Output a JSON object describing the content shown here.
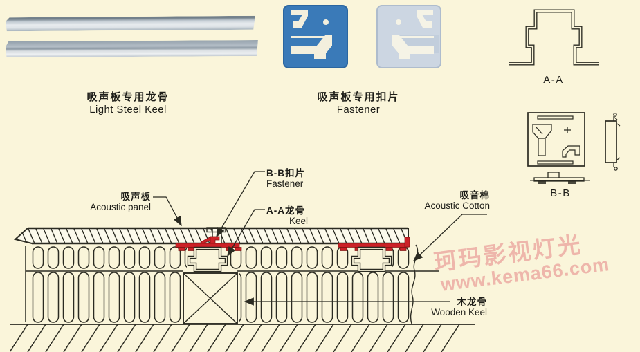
{
  "colors": {
    "bg": "#faf5da",
    "line": "#2b2b22",
    "panelfill": "#fcfaec",
    "red": "#cc2127",
    "reddark": "#7c1410",
    "blue": "#3a7ab8",
    "blueedge": "#2b66a0",
    "grayclip": "#ccd6e2",
    "grayedge": "#aebccd",
    "graydeep": "#bfccdb",
    "text": "#1d1d18",
    "watermark": "#eaa29c",
    "cut": "#f3efdd"
  },
  "captions": {
    "keel": {
      "zh": "吸声板专用龙骨",
      "en": "Light Steel Keel"
    },
    "fastener": {
      "zh": "吸声板专用扣片",
      "en": "Fastener"
    }
  },
  "sections": {
    "aa": {
      "label": "A-A"
    },
    "bb": {
      "label": "B-B"
    }
  },
  "diagram": {
    "labels": {
      "acoustic_panel": {
        "zh": "吸声板",
        "en": "Acoustic panel"
      },
      "bb_fastener": {
        "zh": "B-B扣片",
        "en": "Fastener"
      },
      "aa_keel": {
        "zh": "A-A龙骨",
        "en": "Keel"
      },
      "acoustic_cotton": {
        "zh": "吸音棉",
        "en": "Acoustic Cotton"
      },
      "wooden_keel": {
        "zh": "木龙骨",
        "en": "Wooden Keel"
      }
    }
  },
  "watermark": {
    "line1": "珂玛影视灯光",
    "line2": "www.kema66.com"
  }
}
